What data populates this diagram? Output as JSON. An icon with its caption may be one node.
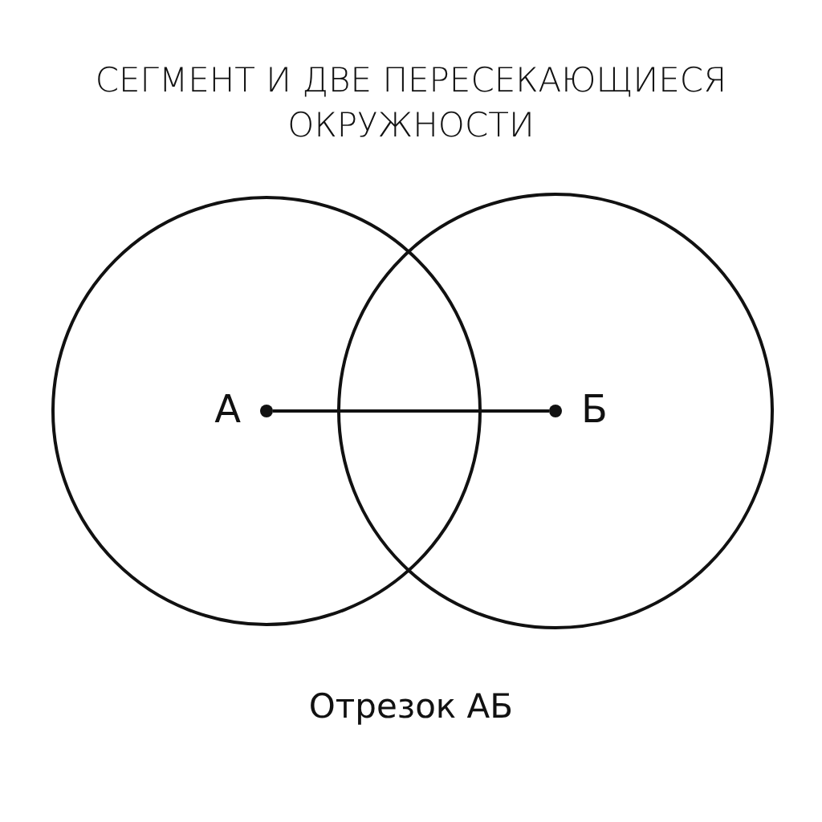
{
  "diagram": {
    "title": "СЕГМЕНТ И ДВЕ ПЕРЕСЕКАЮЩИЕСЯ ОКРУЖНОСТИ",
    "caption": "Отрезок АБ",
    "nodes": [
      {
        "text": [],
        "shape": "circle"
      },
      {
        "text": [],
        "shape": "circle"
      },
      {
        "text": [],
        "shape": "circle",
        "in": 0,
        "beside": [
          "А"
        ]
      },
      {
        "text": [],
        "shape": "circle",
        "in": 1,
        "beside": [
          "Б"
        ]
      }
    ],
    "edges": [
      {
        "from": 2,
        "to": 3,
        "arrow": "none"
      }
    ]
  }
}
